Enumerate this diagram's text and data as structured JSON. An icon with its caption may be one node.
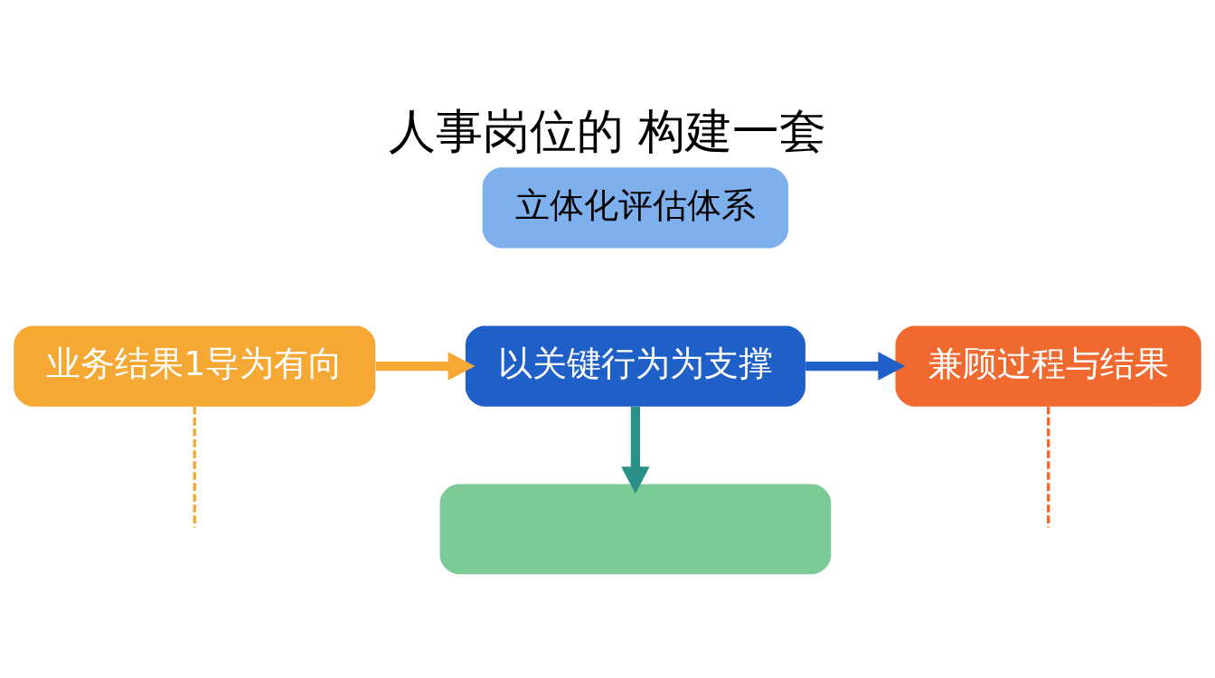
{
  "diagram": {
    "title": "人事岗位的 构建一套",
    "nodes": [
      {
        "text": [
          "立体化评估体系"
        ]
      },
      {
        "text": [
          "业务结果1导为有向"
        ]
      },
      {
        "text": [
          "以关键行为为支撑"
        ]
      },
      {
        "text": [
          "兼顾过程与结果"
        ]
      },
      {
        "text": [],
        "shape": "box"
      }
    ],
    "edges": [
      {
        "from": 1,
        "to": 2,
        "arrow": "to",
        "color": "#f5a833"
      },
      {
        "from": 2,
        "to": 3,
        "arrow": "to",
        "color": "#1f5fc8"
      },
      {
        "from": 2,
        "to": 4,
        "arrow": "to",
        "color": "#2a9088"
      },
      {
        "from": 1,
        "to": null,
        "arrow": "none",
        "style": "dashed",
        "color": "#f5a833"
      },
      {
        "from": 3,
        "to": null,
        "arrow": "none",
        "style": "dashed",
        "color": "#f06a30"
      }
    ]
  }
}
